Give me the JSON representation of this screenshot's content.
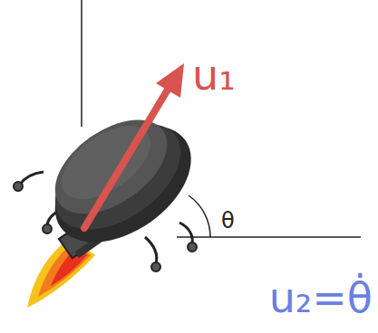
{
  "diagram": {
    "labels": [
      "u₁",
      "θ",
      "u₂=θ̇"
    ]
  }
}
